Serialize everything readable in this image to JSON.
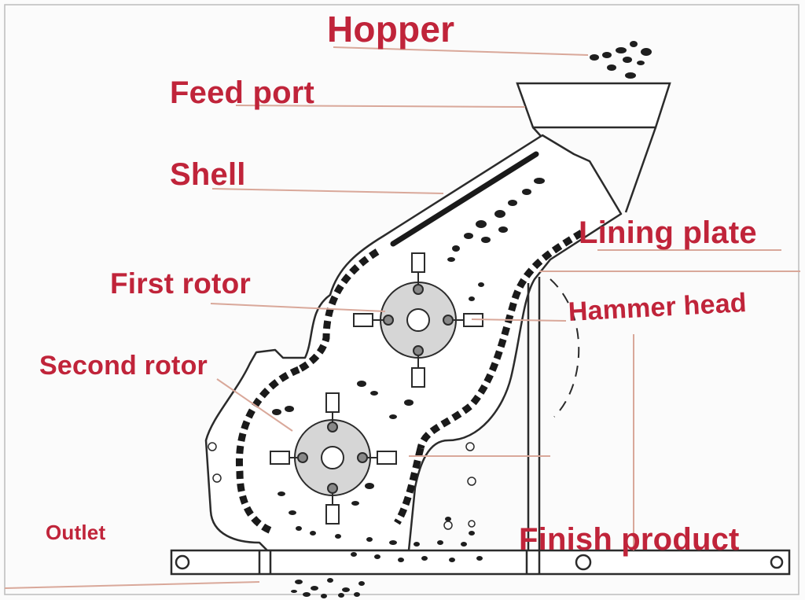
{
  "labels": {
    "hopper": "Hopper",
    "feed_port": "Feed port",
    "shell": "Shell",
    "lining_plate": "Lining plate",
    "first_rotor": "First rotor",
    "hammer_head": "Hammer head",
    "second_rotor": "Second rotor",
    "outlet": "Outlet",
    "finish_product": "Finish product"
  },
  "colors": {
    "label_text": "#c0243a",
    "leader_line": "#d9a89a",
    "machine_line": "#2b2b2b",
    "rotor_fill": "#d6d6d6",
    "lining_black": "#1a1a1a"
  }
}
